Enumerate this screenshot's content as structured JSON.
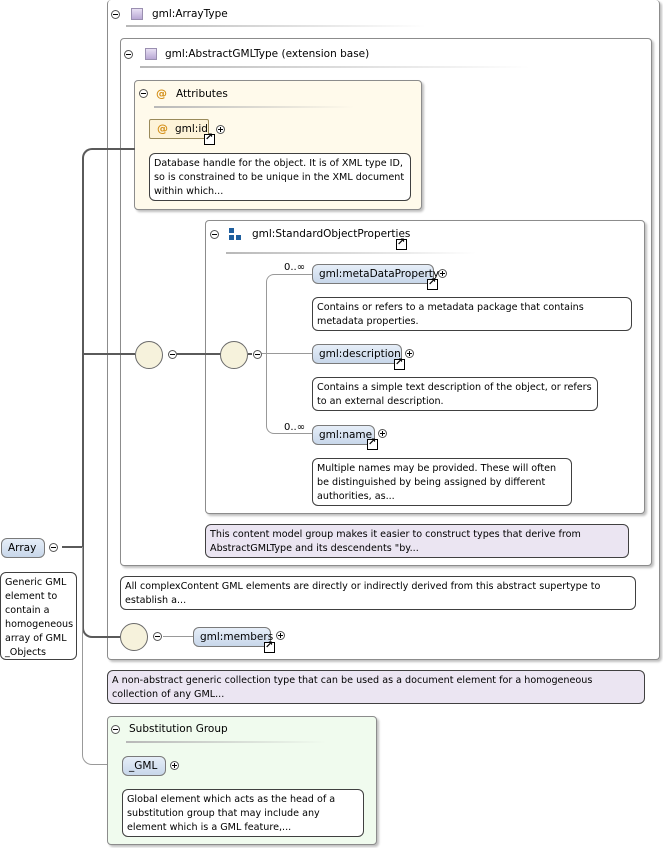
{
  "array_type": {
    "title": "gml:ArrayType"
  },
  "abstract_gml": {
    "title": "gml:AbstractGMLType (extension base)"
  },
  "attributes": {
    "title": "Attributes",
    "id_attr": "gml:id",
    "id_doc": "Database handle for the object. It is of XML type ID, so is constrained to be unique in the XML document within which..."
  },
  "std_props": {
    "title": "gml:StandardObjectProperties",
    "meta": {
      "label": "gml:metaDataProperty",
      "occ": "0..∞",
      "doc": "Contains or refers to a metadata package that contains metadata properties."
    },
    "description": {
      "label": "gml:description",
      "doc": "Contains a simple text description of the object, or refers to an external description."
    },
    "name": {
      "label": "gml:name",
      "occ": "0..∞",
      "doc": "Multiple names may be provided. These will often be distinguished by being assigned by different authorities, as..."
    },
    "group_doc": "This content model group makes it easier to construct types that derive from AbstractGMLType and its descendents \"by..."
  },
  "abstract_doc": "All complexContent GML elements are directly or indirectly derived from this abstract supertype to establish a...",
  "members": {
    "label": "gml:members"
  },
  "array_type_doc": "A non-abstract generic collection type that can be used as a document element for a homogeneous collection of any GML...",
  "root": {
    "label": "Array",
    "doc": "Generic GML element to contain a homogeneous array of GML _Objects"
  },
  "subst": {
    "title": "Substitution Group",
    "label": "_GML",
    "doc": "Global element which acts as the head of a substitution group that may include any element which is a GML feature,..."
  },
  "icons": {
    "collapse": "collapse-icon",
    "expand": "expand-icon",
    "link": "link-arrow-icon",
    "sequence": "sequence-icon",
    "type": "complex-type-icon",
    "attribute": "attribute-at-icon",
    "group": "group-icon"
  }
}
